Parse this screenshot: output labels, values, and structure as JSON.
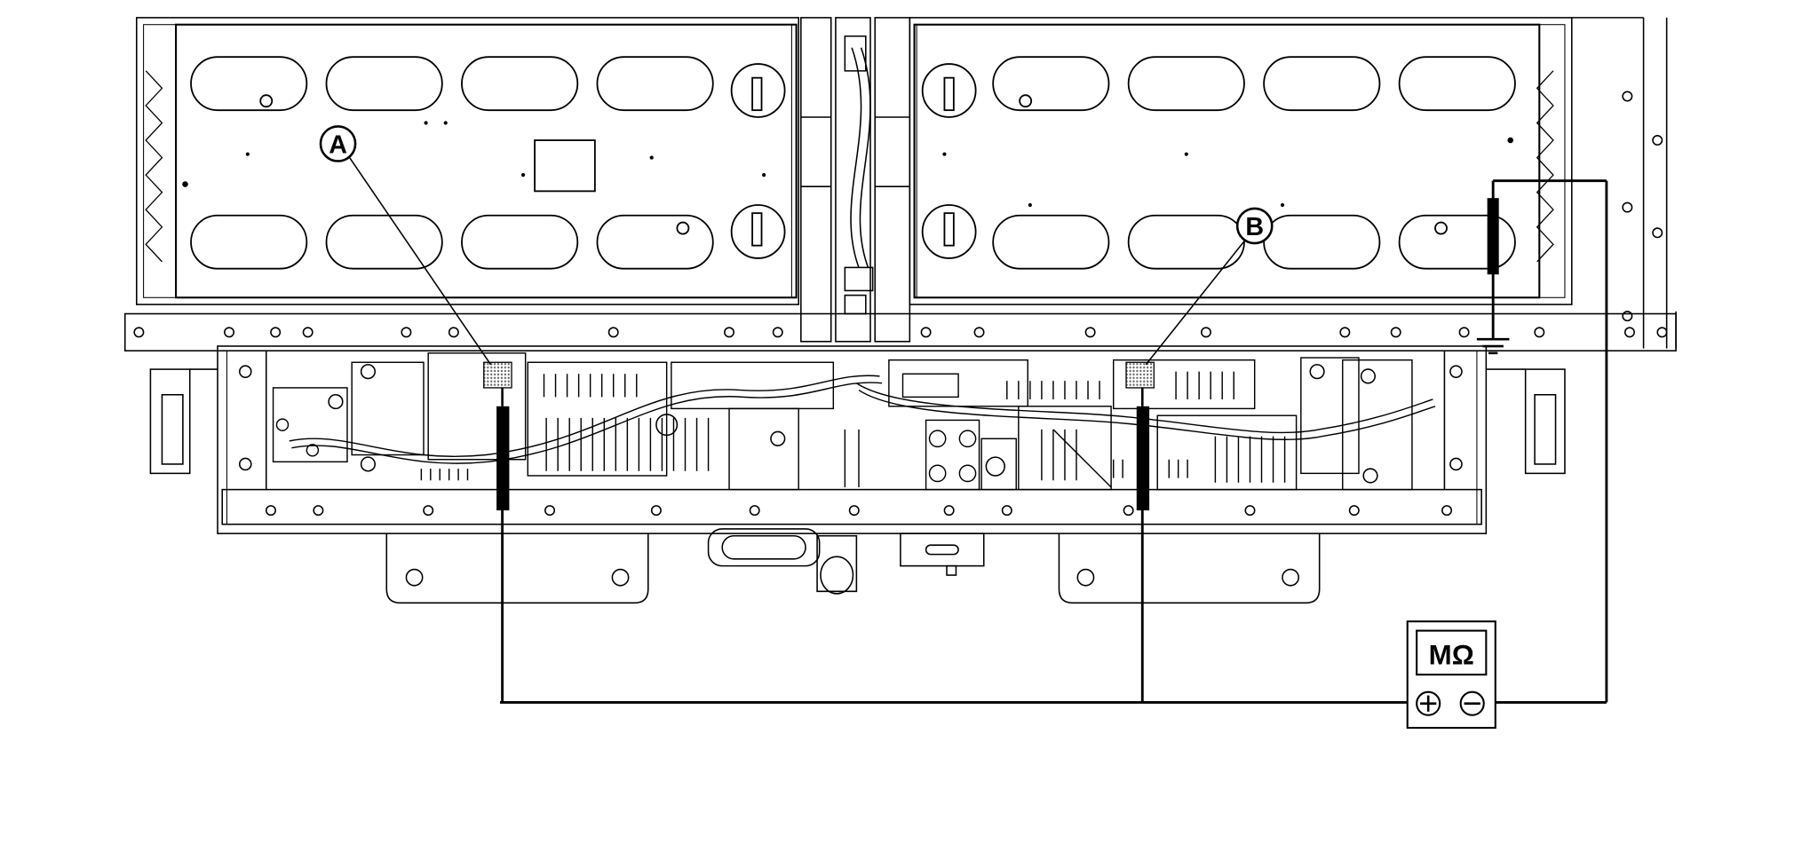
{
  "callouts": {
    "a": "A",
    "b": "B"
  },
  "meter": {
    "unit": "MΩ",
    "positive": "⊕",
    "negative": "⊖"
  },
  "colors": {
    "line": "#000000",
    "background": "#ffffff",
    "hatch": "#9a9a9a"
  }
}
